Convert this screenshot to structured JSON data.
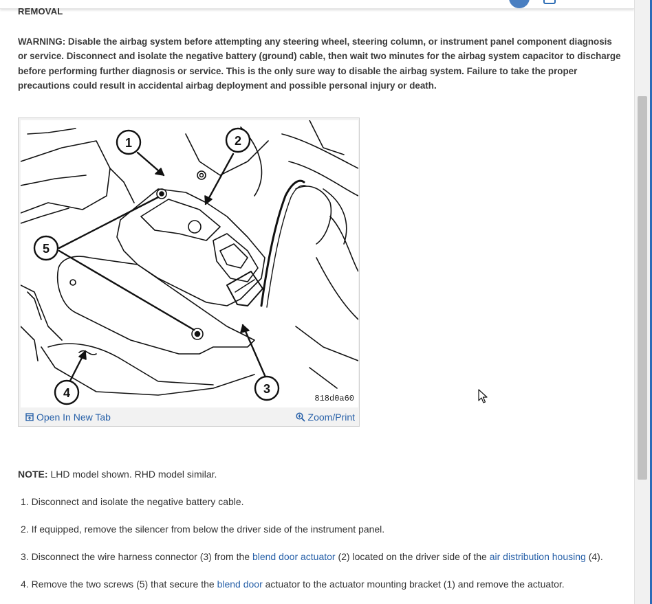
{
  "section": {
    "heading": "REMOVAL"
  },
  "warning": {
    "text": "WARNING: Disable the airbag system before attempting any steering wheel, steering column, or instrument panel component diagnosis or service. Disconnect and isolate the negative battery (ground) cable, then wait two minutes for the airbag system capacitor to discharge before performing further diagnosis or service. This is the only sure way to disable the airbag system. Failure to take the proper precautions could result in accidental airbag deployment and possible personal injury or death."
  },
  "figure": {
    "code": "818d0a60",
    "callouts": [
      "1",
      "2",
      "3",
      "4",
      "5"
    ],
    "open_new_tab_label": "Open In New Tab",
    "zoom_print_label": "Zoom/Print"
  },
  "note": {
    "label": "NOTE:",
    "text": " LHD model shown. RHD model similar."
  },
  "steps": [
    {
      "num": "1.",
      "parts": [
        {
          "t": " Disconnect and isolate the negative battery cable."
        }
      ]
    },
    {
      "num": "2.",
      "parts": [
        {
          "t": " If equipped, remove the silencer from below the driver side of the instrument panel."
        }
      ]
    },
    {
      "num": "3.",
      "parts": [
        {
          "t": " Disconnect the wire harness connector (3) from the "
        },
        {
          "t": "blend door actuator",
          "link": true
        },
        {
          "t": " (2) located on the driver side of the "
        },
        {
          "t": "air distribution housing",
          "link": true
        },
        {
          "t": " (4)."
        }
      ]
    },
    {
      "num": "4.",
      "parts": [
        {
          "t": " Remove the two screws (5) that secure the "
        },
        {
          "t": "blend door",
          "link": true
        },
        {
          "t": " actuator to the actuator mounting bracket (1) and remove the actuator."
        }
      ]
    }
  ],
  "colors": {
    "link": "#2760a8",
    "text": "#333333",
    "scroll_accent": "#2b6cb8"
  }
}
